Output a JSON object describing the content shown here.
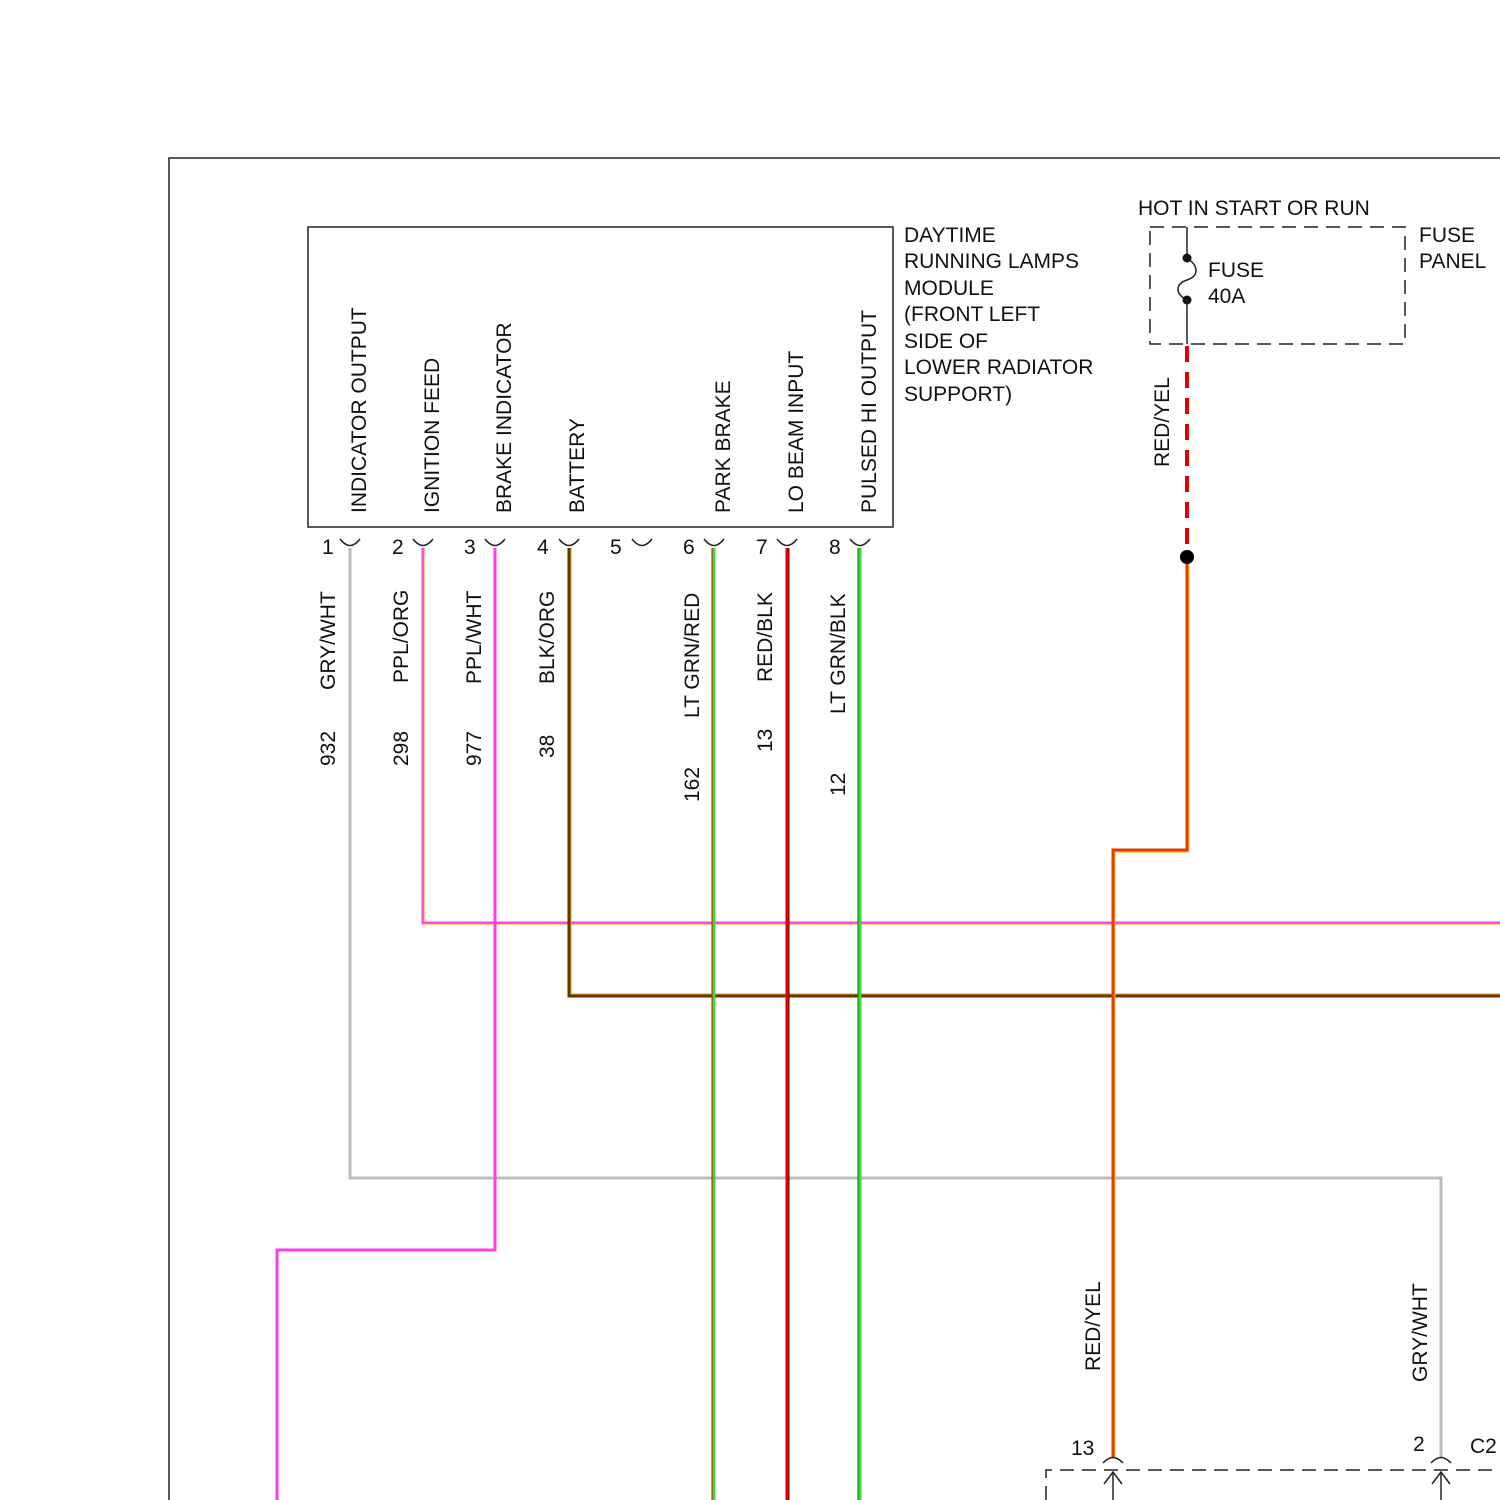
{
  "module": {
    "title_lines": [
      "DAYTIME",
      "RUNNING LAMPS",
      "MODULE",
      "(FRONT LEFT",
      "SIDE OF",
      "LOWER RADIATOR",
      "SUPPORT)"
    ],
    "pins": [
      {
        "num": "1",
        "function": "INDICATOR OUTPUT",
        "wire_color": "GRY/WHT",
        "circuit": "932"
      },
      {
        "num": "2",
        "function": "IGNITION FEED",
        "wire_color": "PPL/ORG",
        "circuit": "298"
      },
      {
        "num": "3",
        "function": "BRAKE INDICATOR",
        "wire_color": "PPL/WHT",
        "circuit": "977"
      },
      {
        "num": "4",
        "function": "BATTERY",
        "wire_color": "BLK/ORG",
        "circuit": "38"
      },
      {
        "num": "5",
        "function": "",
        "wire_color": "",
        "circuit": ""
      },
      {
        "num": "6",
        "function": "PARK BRAKE",
        "wire_color": "LT GRN/RED",
        "circuit": "162"
      },
      {
        "num": "7",
        "function": "LO BEAM INPUT",
        "wire_color": "RED/BLK",
        "circuit": "13"
      },
      {
        "num": "8",
        "function": "PULSED HI OUTPUT",
        "wire_color": "LT GRN/BLK",
        "circuit": "12"
      }
    ]
  },
  "fuse_panel": {
    "hot_label": "HOT IN START OR RUN",
    "title_lines": [
      "FUSE",
      "PANEL"
    ],
    "fuse_lines": [
      "FUSE",
      "40A"
    ],
    "output_wire_color": "RED/YEL"
  },
  "lower_connector": {
    "name": "C2",
    "pins": [
      {
        "num": "13",
        "wire_color": "RED/YEL"
      },
      {
        "num": "2",
        "wire_color": "GRY/WHT"
      }
    ]
  },
  "colors": {
    "gry_wht": "#bdbdbd",
    "ppl": "#ff3cf0",
    "blk_org_dark": "#5a3a00",
    "blk_org_light": "#ff9a00",
    "lt_grn": "#33dd33",
    "red": "#e00000",
    "red_yel_a": "#e83a00",
    "red_yel_b": "#ffcc00",
    "red_blk_dark": "#6a0000"
  }
}
